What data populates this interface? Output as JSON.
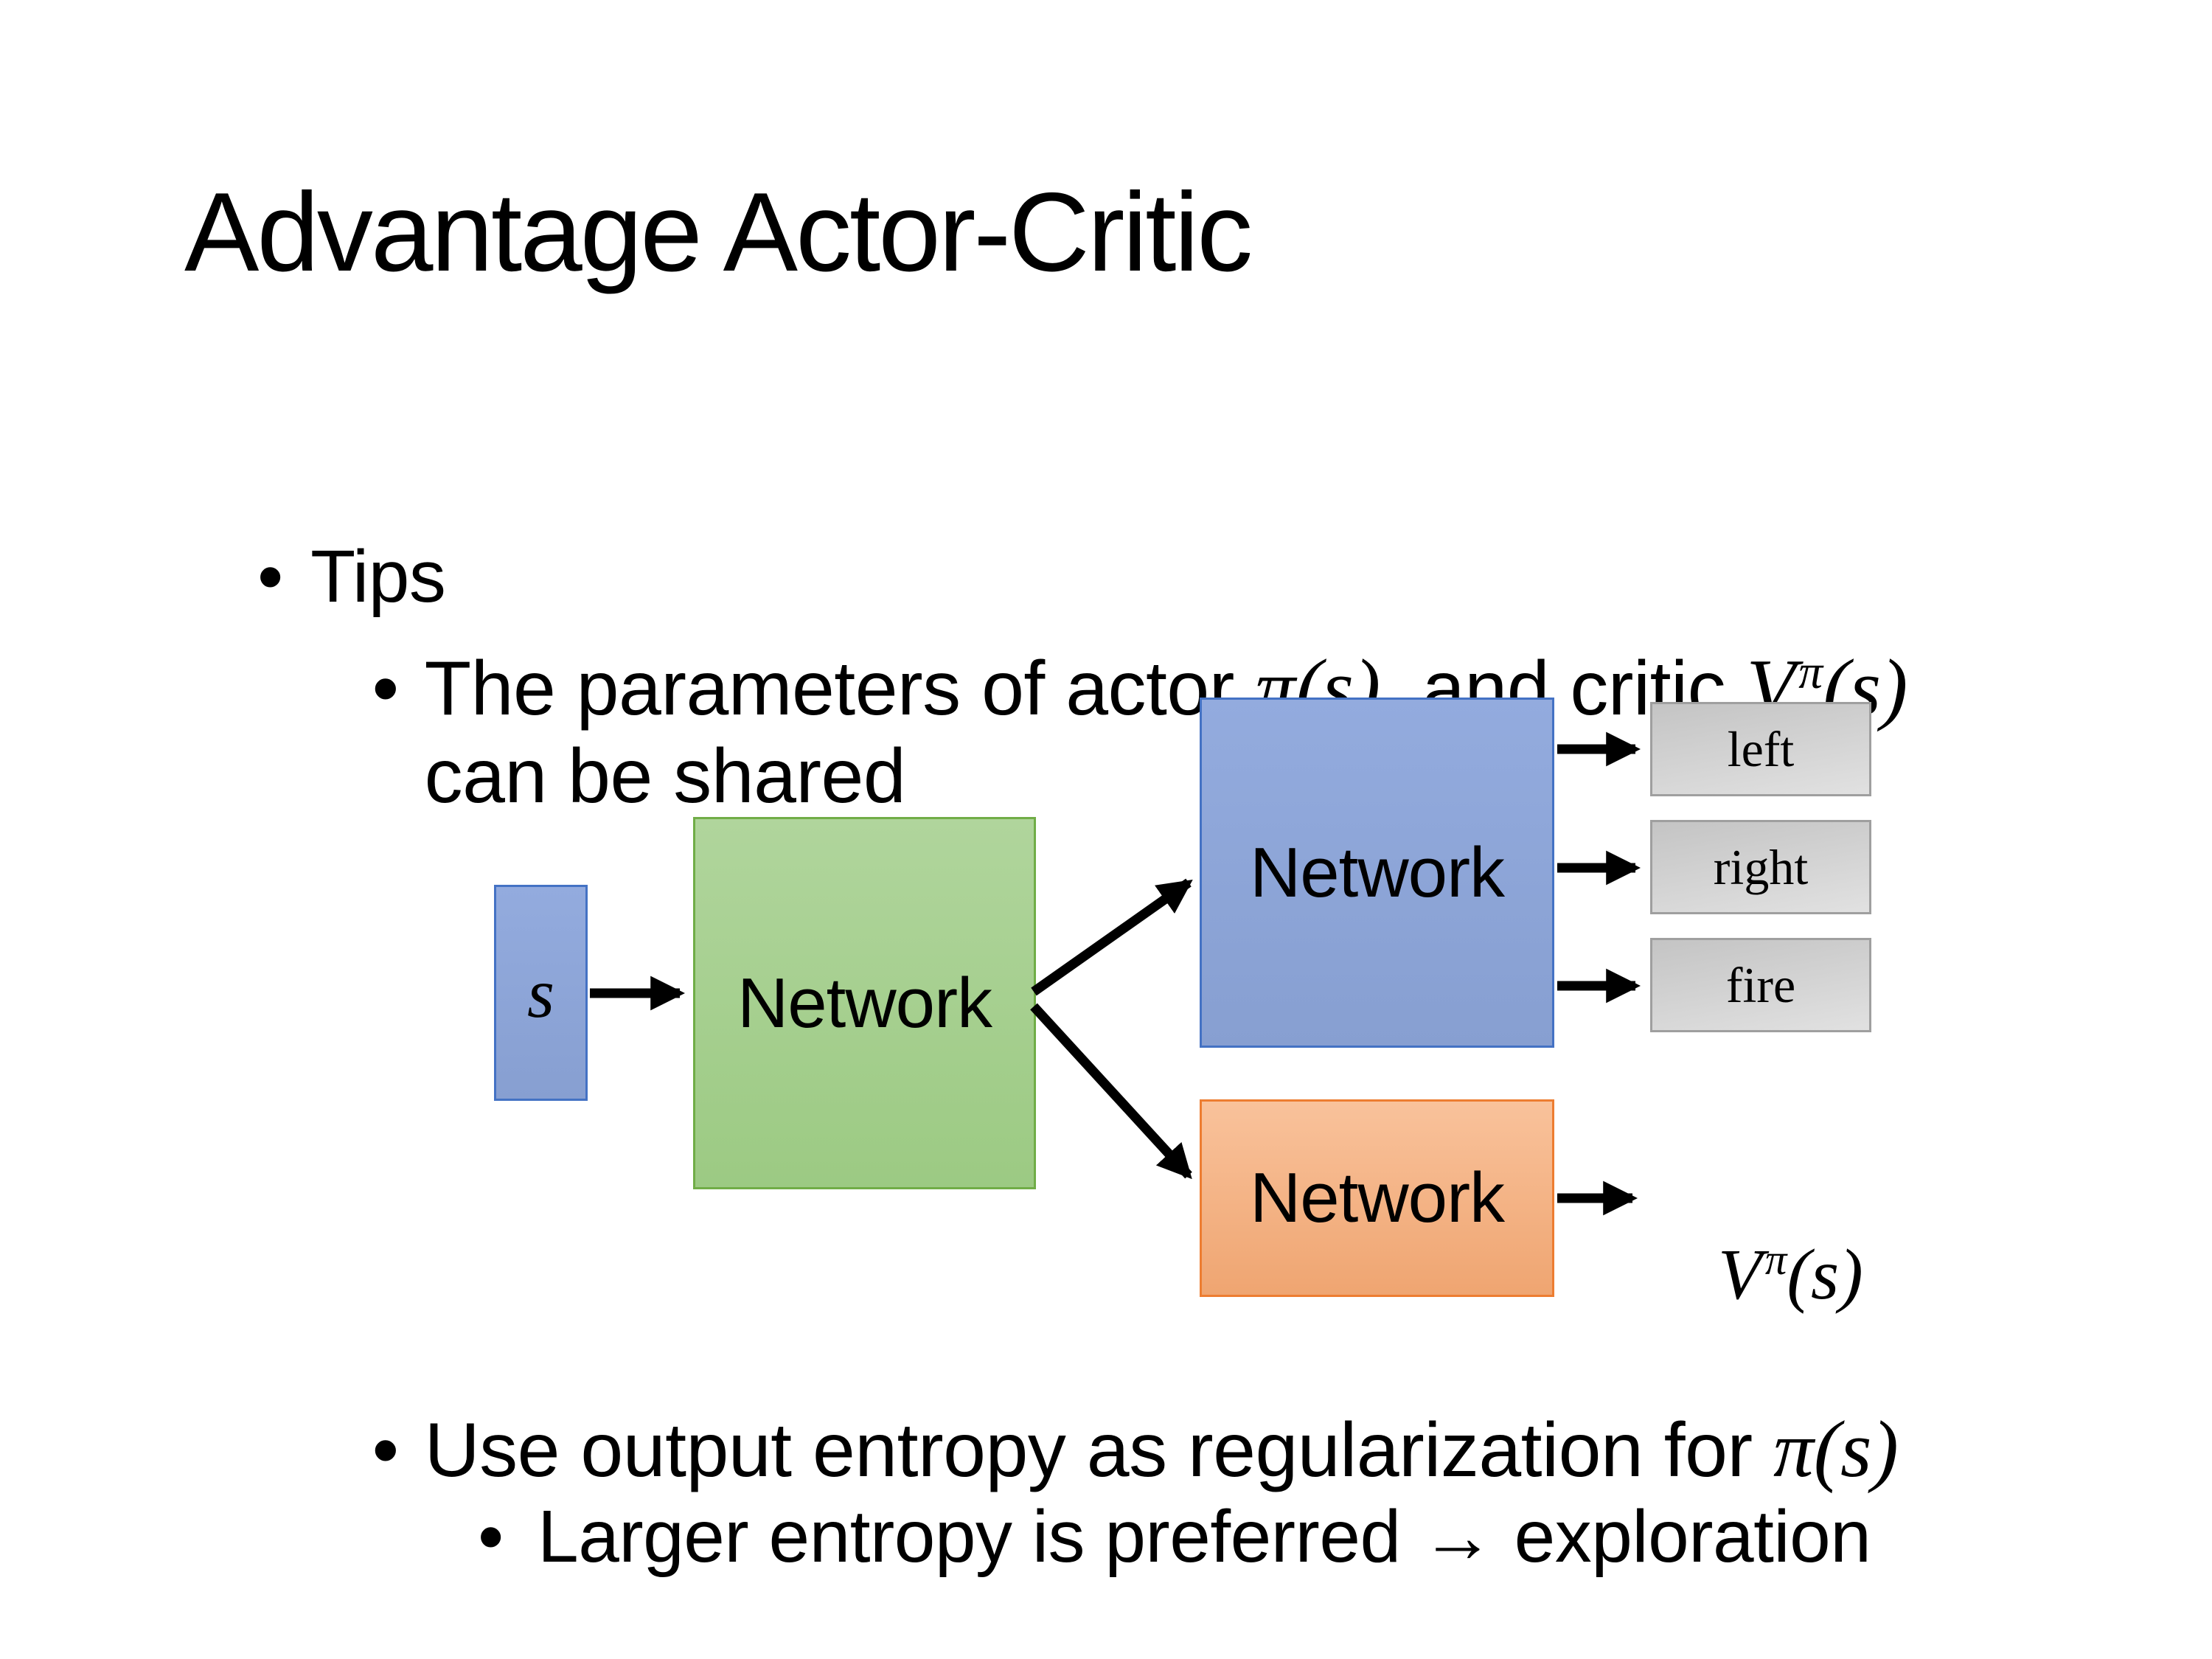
{
  "slide": {
    "title": "Advantage Actor-Critic",
    "bullet_glyph": "•",
    "tips": {
      "label": "Tips"
    },
    "shared_params": {
      "pre": "The parameters of actor ",
      "actor_math": "π(s)",
      "mid": "  and critic ",
      "critic_base": "V",
      "critic_sup": "π",
      "critic_args": "(s)",
      "cont": "can be shared"
    },
    "entropy": {
      "pre": "Use output entropy as regularization for ",
      "math": "π(s)"
    },
    "entropy_sub": {
      "text": "Larger entropy is preferred → exploration"
    }
  },
  "diagram": {
    "state_label": "s",
    "shared_network": "Network",
    "actor_network": "Network",
    "critic_network": "Network",
    "actions": [
      "left",
      "right",
      "fire"
    ],
    "value_output": {
      "base": "V",
      "sup": "π",
      "args": "(s)"
    },
    "colors": {
      "state_fill": "#8FAADC",
      "state_border": "#4472C4",
      "shared_fill": "#A9D18E",
      "shared_border": "#70AD47",
      "actor_fill": "#8FAADC",
      "actor_border": "#4472C4",
      "critic_fill": "#F4B183",
      "critic_border": "#ED7D31",
      "action_fill": "#D0D0D0",
      "action_border": "#9F9F9F",
      "arrow": "#000000",
      "text": "#000000",
      "background": "#FFFFFF"
    }
  }
}
